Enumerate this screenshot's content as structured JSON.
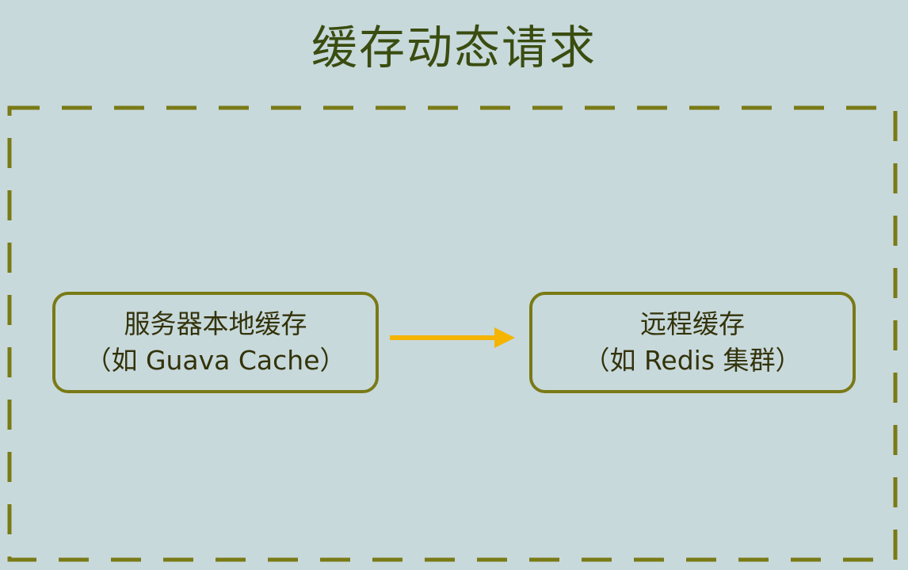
{
  "title": "缓存动态请求",
  "nodes": {
    "local": {
      "line1": "服务器本地缓存",
      "line2": "（如 Guava Cache）"
    },
    "remote": {
      "line1": "远程缓存",
      "line2": "（如 Redis 集群）"
    }
  },
  "colors": {
    "background": "#c8d9dc",
    "frame_dash": "#7a7a16",
    "box_border": "#7a7a16",
    "arrow": "#f5b400",
    "title_text": "#3a4d10"
  }
}
